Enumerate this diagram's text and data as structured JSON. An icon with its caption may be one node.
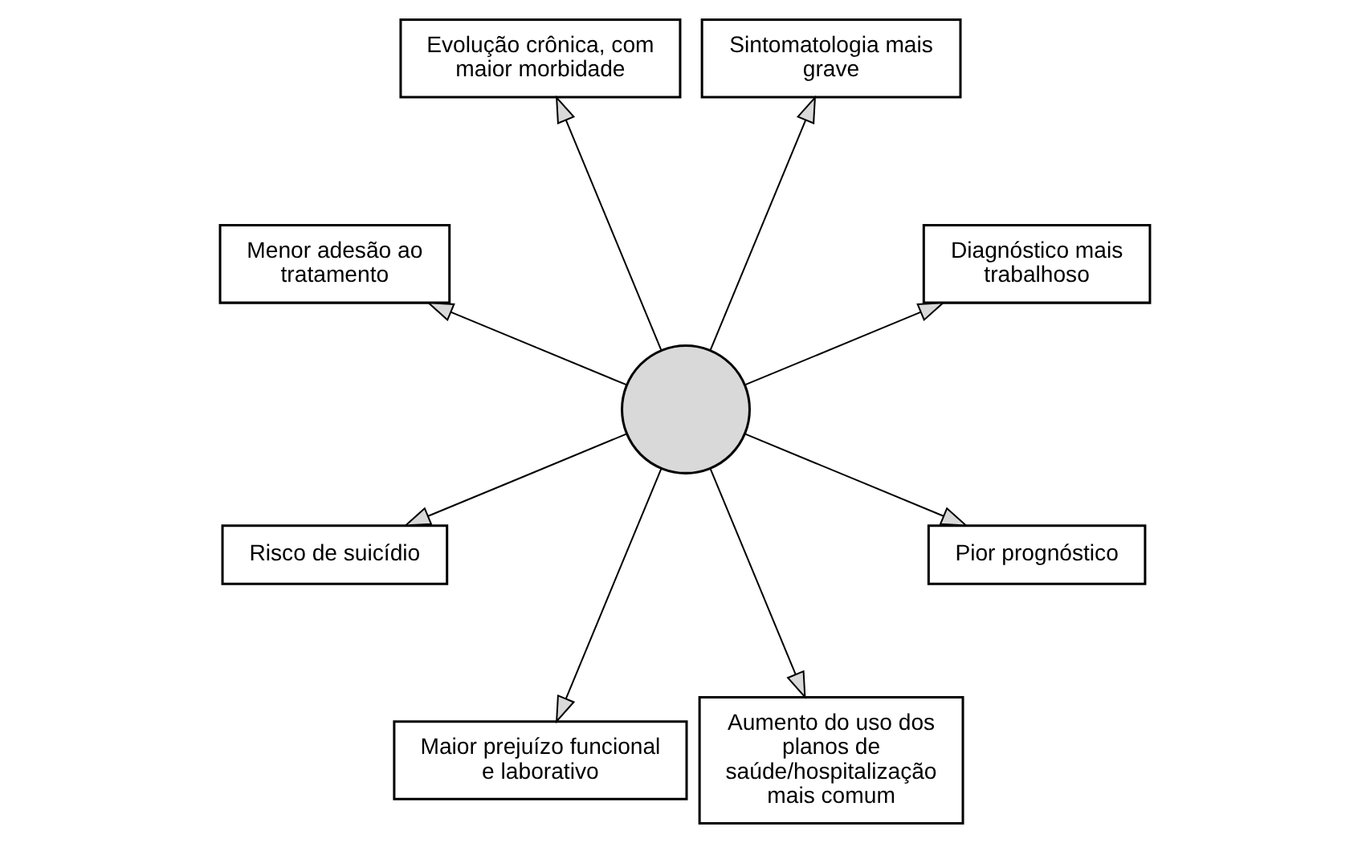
{
  "diagram": {
    "nodes": [
      {
        "text": [
          "Diagnóstico mais trabalhoso"
        ]
      },
      {
        "text": [
          "Pior prognóstico"
        ]
      },
      {
        "text": [
          "Sintomatologia mais grave"
        ]
      },
      {
        "text": [
          "Aumento do uso dos planos de saúde/hospitalização mais comum"
        ]
      },
      {
        "text": [],
        "shape": "circle"
      },
      {
        "text": [
          "Evolução crônica, com maior morbidade"
        ]
      },
      {
        "text": [
          "Maior prejuízo funcional e laborativo"
        ]
      },
      {
        "text": [
          "Menor adesão ao tratamento"
        ]
      },
      {
        "text": [
          "Risco de suicídio"
        ]
      }
    ],
    "edges": [
      {
        "from": 4,
        "to": 0,
        "arrow": "to"
      },
      {
        "from": 4,
        "to": 1,
        "arrow": "to"
      },
      {
        "from": 4,
        "to": 2,
        "arrow": "to"
      },
      {
        "from": 4,
        "to": 3,
        "arrow": "to"
      },
      {
        "from": 4,
        "to": 5,
        "arrow": "to"
      },
      {
        "from": 4,
        "to": 6,
        "arrow": "to"
      },
      {
        "from": 4,
        "to": 7,
        "arrow": "to"
      },
      {
        "from": 4,
        "to": 8,
        "arrow": "to"
      }
    ]
  }
}
